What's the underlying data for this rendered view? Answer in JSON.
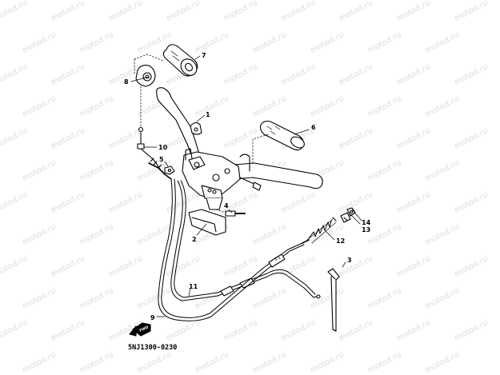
{
  "watermark": "motod.ru",
  "drawing_code": "5NJ1300-0230",
  "fwd_label": "FWD",
  "callouts": [
    "1",
    "2",
    "3",
    "4",
    "5",
    "6",
    "7",
    "8",
    "9",
    "10",
    "11",
    "12",
    "13",
    "14"
  ]
}
